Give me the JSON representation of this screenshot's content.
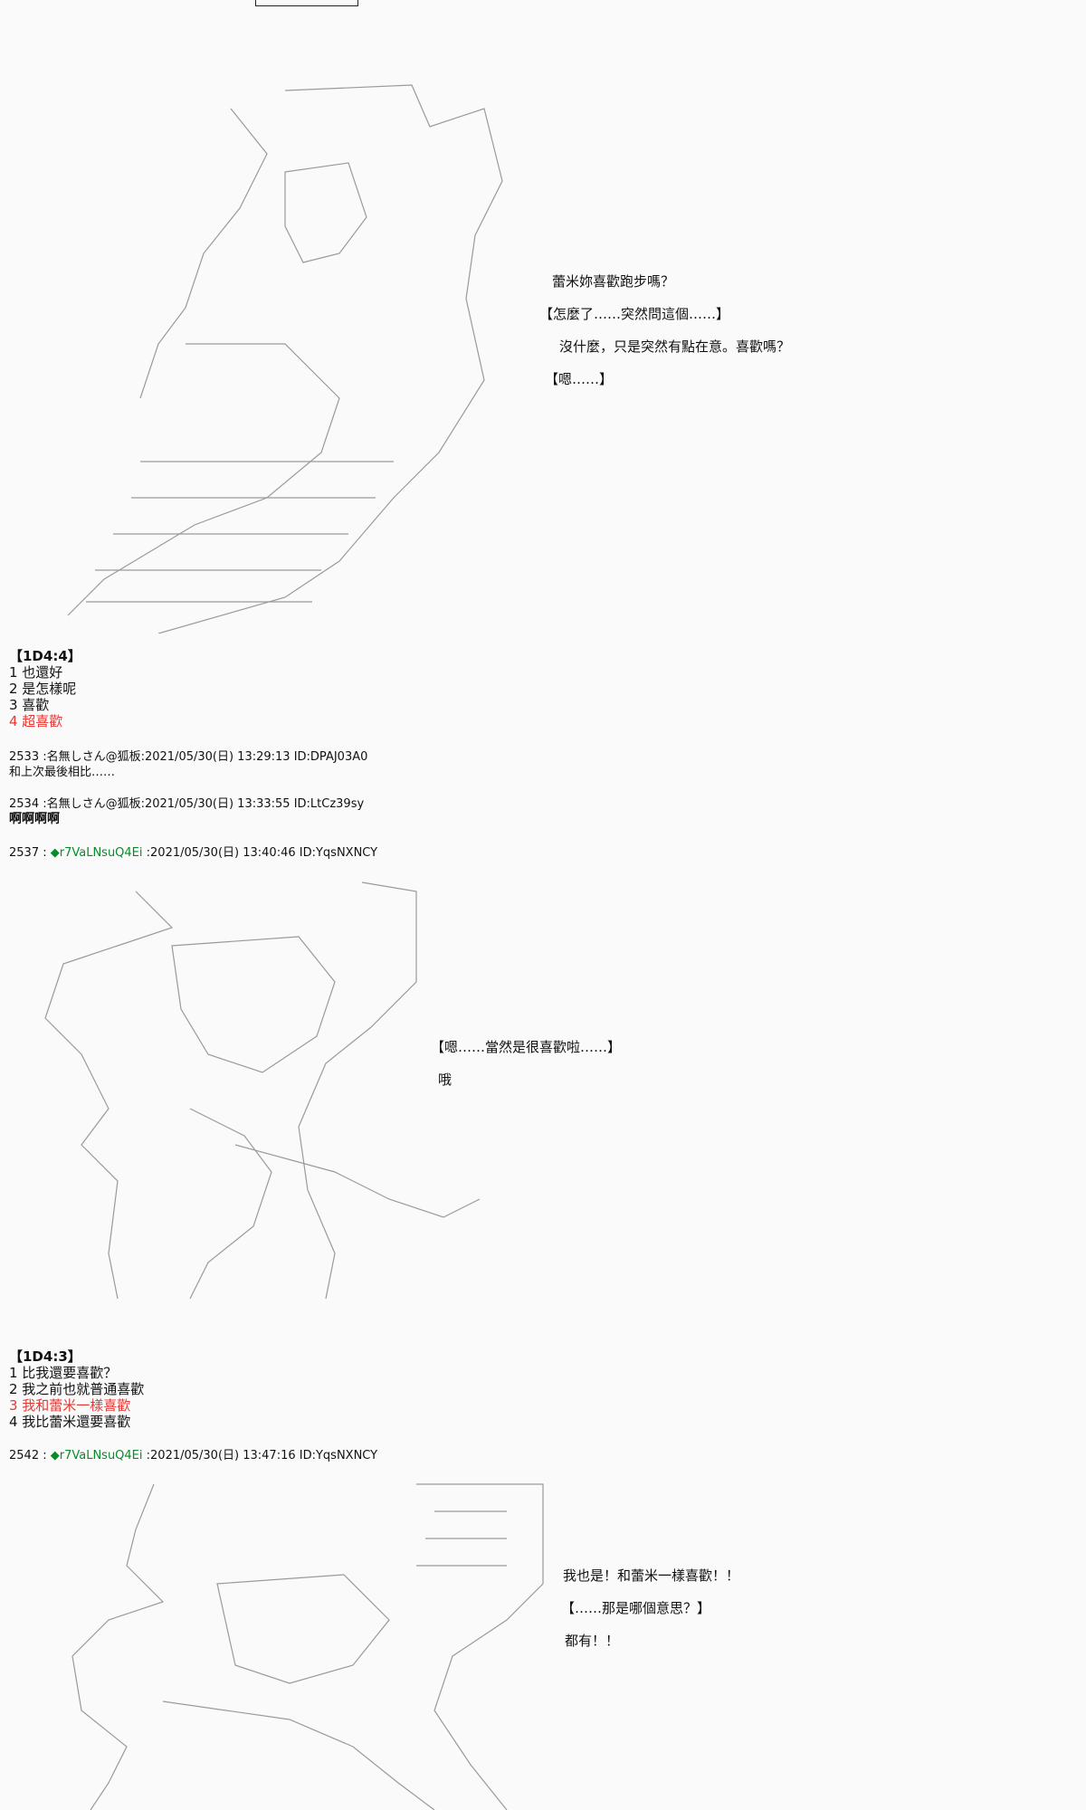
{
  "scene1": {
    "lines": [
      "蕾米妳喜歡跑步嗎？",
      "【怎麼了……突然問這個……】",
      "沒什麼，只是突然有點在意。喜歡嗎？",
      "【嗯……】"
    ]
  },
  "menu1": {
    "title": "【1D4:4】",
    "options": [
      "1 也還好",
      "2 是怎樣呢",
      "3 喜歡",
      "4 超喜歡"
    ],
    "selected_index": 3
  },
  "posts": [
    {
      "header": "2533 :名無しさん@狐板:2021/05/30(日) 13:29:13 ID:DPAJ03A0",
      "body": "和上次最後相比……"
    },
    {
      "header": "2534 :名無しさん@狐板:2021/05/30(日) 13:33:55 ID:LtCz39sy",
      "body": "啊啊啊啊"
    }
  ],
  "post2537": {
    "num": "2537 : ",
    "trip": "◆r7VaLNsuQ4Ei",
    "rest": " :2021/05/30(日) 13:40:46 ID:YqsNXNCY"
  },
  "scene2": {
    "lines": [
      "【嗯……當然是很喜歡啦……】",
      "哦"
    ]
  },
  "menu2": {
    "title": "【1D4:3】",
    "options": [
      "1 比我還要喜歡？",
      "2 我之前也就普通喜歡",
      "3 我和蕾米一樣喜歡",
      "4 我比蕾米還要喜歡"
    ],
    "selected_index": 2
  },
  "post2542": {
    "num": "2542 : ",
    "trip": "◆r7VaLNsuQ4Ei",
    "rest": " :2021/05/30(日) 13:47:16 ID:YqsNXNCY"
  },
  "scene3": {
    "lines": [
      "我也是！和蕾米一樣喜歡！！",
      "【……那是哪個意思？】",
      "都有！！"
    ]
  },
  "colors": {
    "selected": "#e53935",
    "trip": "#0a8a2a",
    "art": "#9a9a9a"
  }
}
